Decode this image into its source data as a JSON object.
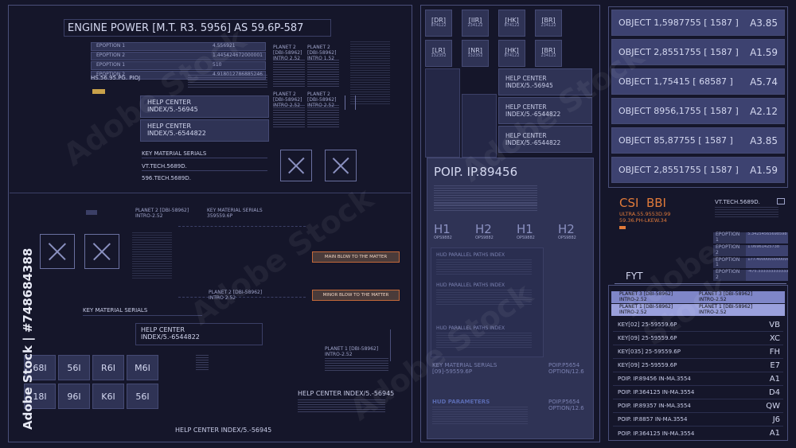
{
  "left": {
    "title": "ENGINE POWER [M.T. R3. 5956] AS 59.6P-587",
    "options_table": [
      {
        "label": "EPOPTION 1",
        "value": "4.556921"
      },
      {
        "label": "EPOPTION 2",
        "value": "1.445424672000001"
      },
      {
        "label": "EPOPTION 1",
        "value": "510"
      },
      {
        "label": "EPOPTION 2",
        "value": "4.918012786885246"
      }
    ],
    "hs_code": "HS.56.95.PG. PIOJ",
    "help_center_1": {
      "line1": "HELP CENTER",
      "line2": "INDEX/5.-56945"
    },
    "help_center_2": {
      "line1": "HELP CENTER",
      "line2": "INDEX/5.-6544822"
    },
    "key_material_serials": "KEY MATERIAL SERIALS",
    "vt_tech": "VT.TECH.5689D.",
    "tech_596": "596.TECH.5689D.",
    "planet_a": "PLANET 2 [DBI-58962] INTRO-2.52",
    "planet_b": "PLANET 2 [DBI-58962] INTRO 2.52",
    "main_blow": "MAIN BLOW TO THE MATTER",
    "minor_blow": "MINOR BLOW TO THE MATTER",
    "key_material_serials_2": "KEY MATERIAL SERIALS",
    "help_center_3": {
      "line1": "HELP CENTER",
      "line2": "INDEX/5.-6544822"
    },
    "grid_codes": [
      "68I",
      "56I",
      "R6I",
      "M6I",
      "18I",
      "96I",
      "K6I",
      "56I"
    ],
    "help_center_index_1": "HELP CENTER INDEX/5.-56945",
    "help_center_index_2": "HELP CENTER INDEX/5.-56945",
    "planet_c": "PLANET 1 [DBI-58962] INTRO-2.52"
  },
  "middle": {
    "code_buttons": [
      {
        "code": "[DR]",
        "sub": "874122"
      },
      {
        "code": "[IIR]",
        "sub": "234122"
      },
      {
        "code": "[HK]",
        "sub": "874122"
      },
      {
        "code": "[BR]",
        "sub": "234122"
      },
      {
        "code": "[LR]",
        "sub": "132352"
      },
      {
        "code": "[NR]",
        "sub": "132352"
      },
      {
        "code": "[HK]",
        "sub": "874122"
      },
      {
        "code": "[BR]",
        "sub": "234122"
      }
    ],
    "help_rows": [
      {
        "line1": "HELP CENTER",
        "line2": "INDEX/5.-56945"
      },
      {
        "line1": "HELP CENTER",
        "line2": "INDEX/5.-6544822"
      },
      {
        "line1": "HELP CENTER",
        "line2": "INDEX/5.-6544822"
      }
    ],
    "poip_title": "POIP. IP.89456",
    "h_labels": [
      {
        "h": "H1",
        "sub": "OPS9882"
      },
      {
        "h": "H2",
        "sub": "OPS9882"
      },
      {
        "h": "H1",
        "sub": "OPS9882"
      },
      {
        "h": "H2",
        "sub": "OPS9882"
      }
    ],
    "hud_paths": [
      "HUD PARALLEL PATHS INDEX",
      "HUD PARALLEL PATHS INDEX",
      "HUD PARALLEL PATHS INDEX"
    ],
    "key_material": {
      "line1": "KEY MATERIAL SERIALS",
      "line2": "[09]-59559.6P"
    },
    "poip_option_1": {
      "line1": "POIP.P5654",
      "line2": "OPTION/12.6"
    },
    "hud_params": "HUD PARAMETERS",
    "poip_option_2": {
      "line1": "POIP.P5654",
      "line2": "OPTION/12.6"
    }
  },
  "right": {
    "objects": [
      {
        "name": "OBJECT 1,5987755 [ 1587 ]",
        "value": "A3.85"
      },
      {
        "name": "OBJECT 2,8551755 [ 1587 ]",
        "value": "A1.59"
      },
      {
        "name": "OBJECT 1,75415   [ 68587 ]",
        "value": "A5.74"
      },
      {
        "name": "OBJECT 8956,1755 [ 1587 ]",
        "value": "A2.12"
      },
      {
        "name": "OBJECT 85,87755 [ 1587 ]",
        "value": "A3.85"
      },
      {
        "name": "OBJECT 2,8551755 [ 1587 ]",
        "value": "A1.59"
      }
    ],
    "csi_title": "CSI  BBI",
    "csi_sub1": "ULTRA.55.9553D.99",
    "csi_sub2": "59.36.PH-LKEW.34",
    "vt_tech": "VT.TECH.5689D.",
    "ep_options": [
      {
        "label": "EPOPTION 1",
        "value": "5.34254565698598"
      },
      {
        "label": "EPOPTION 2",
        "value": "1.06961425738"
      },
      {
        "label": "EPOPTION 1",
        "value": "177.400000000000001"
      },
      {
        "label": "EPOPTION 2",
        "value": "-475.333333333333"
      }
    ],
    "fyt": "FYT",
    "planets": [
      {
        "a": "PLANET 3 [DBI-58962]",
        "a2": "INTRO-2.52",
        "b": "PLANET 3 [DBI-58962]",
        "b2": "INTRO-2.52"
      },
      {
        "a": "PLANET 1 [DBI-58962]",
        "a2": "INTRO-2.52",
        "b": "PLANET 1 [DBI-58962]",
        "b2": "INTRO-2.52"
      }
    ],
    "keys": [
      {
        "k": "KEY[02] 25-59559.6P",
        "v": "VB"
      },
      {
        "k": "KEY[09] 25-59559.6P",
        "v": "XC"
      },
      {
        "k": "KEY[035] 25-59559.6P",
        "v": "FH"
      },
      {
        "k": "KEY[09] 25-59559.6P",
        "v": "E7"
      },
      {
        "k": "POIP. IP.89456 IN-MA.3554",
        "v": "A1"
      },
      {
        "k": "POIP. IP.364125 IN-MA.3554",
        "v": "D4"
      },
      {
        "k": "POIP. IP.89357 IN-MA.3554",
        "v": "QW"
      },
      {
        "k": "POIP. IP.8857 IN-MA.3554",
        "v": "J6"
      },
      {
        "k": "POIP. IP.364125 IN-MA.3554",
        "v": "A1"
      }
    ]
  },
  "side_watermark": "Adobe Stock | #748684388",
  "watermark_text": "Adobe Stock"
}
